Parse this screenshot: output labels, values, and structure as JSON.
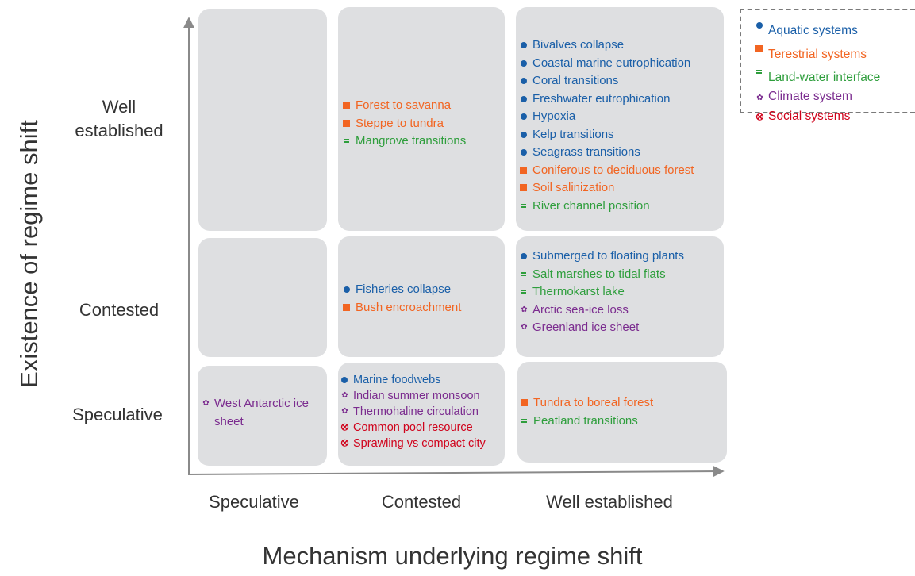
{
  "axes": {
    "y_title": "Existence of regime shift",
    "x_title": "Mechanism underlying regime shift",
    "rows": [
      "Well\nestablished",
      "Contested",
      "Speculative"
    ],
    "cols": [
      "Speculative",
      "Contested",
      "Well established"
    ]
  },
  "legend": [
    {
      "label": "Aquatic systems",
      "marker": "dot",
      "color": "#1a5fa8"
    },
    {
      "label": "Terestrial systems",
      "marker": "square",
      "color": "#f26522"
    },
    {
      "label": "Land-water interface",
      "marker": "bars",
      "color": "#2e9e3c"
    },
    {
      "label": "Climate system",
      "marker": "flower",
      "color": "#7b2c8f"
    },
    {
      "label": "Social systems",
      "marker": "drop",
      "color": "#d0021b"
    }
  ],
  "cells": {
    "well_established": {
      "speculative": [],
      "contested": [
        {
          "text": "Forest to savanna",
          "cat": "terrestrial"
        },
        {
          "text": "Steppe to tundra",
          "cat": "terrestrial"
        },
        {
          "text": "Mangrove transitions",
          "cat": "landwater"
        }
      ],
      "well_established": [
        {
          "text": "Bivalves collapse",
          "cat": "aquatic"
        },
        {
          "text": "Coastal marine eutrophication",
          "cat": "aquatic"
        },
        {
          "text": "Coral transitions",
          "cat": "aquatic"
        },
        {
          "text": "Freshwater eutrophication",
          "cat": "aquatic"
        },
        {
          "text": "Hypoxia",
          "cat": "aquatic"
        },
        {
          "text": "Kelp transitions",
          "cat": "aquatic"
        },
        {
          "text": "Seagrass transitions",
          "cat": "aquatic"
        },
        {
          "text": "Coniferous to deciduous forest",
          "cat": "terrestrial"
        },
        {
          "text": "Soil salinization",
          "cat": "terrestrial"
        },
        {
          "text": "River channel position",
          "cat": "landwater"
        }
      ]
    },
    "contested": {
      "speculative": [],
      "contested": [
        {
          "text": "Fisheries collapse",
          "cat": "aquatic"
        },
        {
          "text": "Bush encroachment",
          "cat": "terrestrial"
        }
      ],
      "well_established": [
        {
          "text": "Submerged to floating plants",
          "cat": "aquatic"
        },
        {
          "text": "Salt marshes to tidal flats",
          "cat": "landwater"
        },
        {
          "text": "Thermokarst lake",
          "cat": "landwater"
        },
        {
          "text": "Arctic sea-ice loss",
          "cat": "climate"
        },
        {
          "text": "Greenland ice sheet",
          "cat": "climate"
        }
      ]
    },
    "speculative": {
      "speculative": [
        {
          "text": "West Antarctic ice\nsheet",
          "cat": "climate"
        }
      ],
      "contested": [
        {
          "text": "Marine foodwebs",
          "cat": "aquatic"
        },
        {
          "text": "Indian summer monsoon",
          "cat": "climate"
        },
        {
          "text": "Thermohaline circulation",
          "cat": "climate"
        },
        {
          "text": "Common pool resource",
          "cat": "social"
        },
        {
          "text": "Sprawling vs compact city",
          "cat": "social"
        }
      ],
      "well_established": [
        {
          "text": "Tundra to boreal forest",
          "cat": "terrestrial"
        },
        {
          "text": "Peatland transitions",
          "cat": "landwater"
        }
      ]
    }
  }
}
